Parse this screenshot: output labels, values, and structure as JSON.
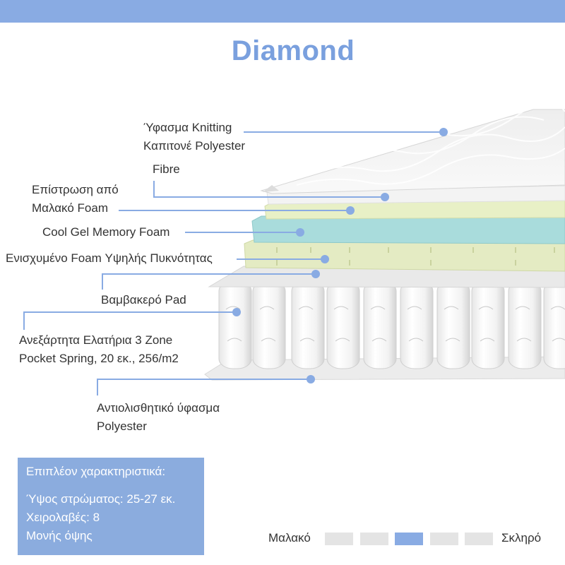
{
  "title": "Diamond",
  "layers": [
    {
      "line1": "Ύφασμα Knitting",
      "line2": "Καπιτονέ Polyester"
    },
    {
      "line1": "Fibre"
    },
    {
      "line1": "Επίστρωση από",
      "line2": "Μαλακό Foam"
    },
    {
      "line1": "Cool Gel Memory Foam"
    },
    {
      "line1": "Ενισχυμένο Foam Υψηλής Πυκνότητας"
    },
    {
      "line1": "Βαμβακερό Pad"
    },
    {
      "line1": "Ανεξάρτητα Ελατήρια 3 Zone",
      "line2": "Pocket Spring, 20 εκ., 256/m2"
    },
    {
      "line1": "Αντιολισθητικό ύφασμα",
      "line2": "Polyester"
    }
  ],
  "features": {
    "heading": "Επιπλέον χαρακτηριστικά:",
    "items": [
      "Ύψος στρώματος: 25-27 εκ.",
      "Χειρολαβές: 8",
      "Μονής όψης"
    ]
  },
  "firmness": {
    "soft_label": "Μαλακό",
    "hard_label": "Σκληρό",
    "levels": 5,
    "selected_level": 3
  },
  "colors": {
    "accent": "#89abe3",
    "title": "#7aa0de",
    "gel_foam": "#a9dcdc",
    "soft_foam": "#e6efc4"
  }
}
